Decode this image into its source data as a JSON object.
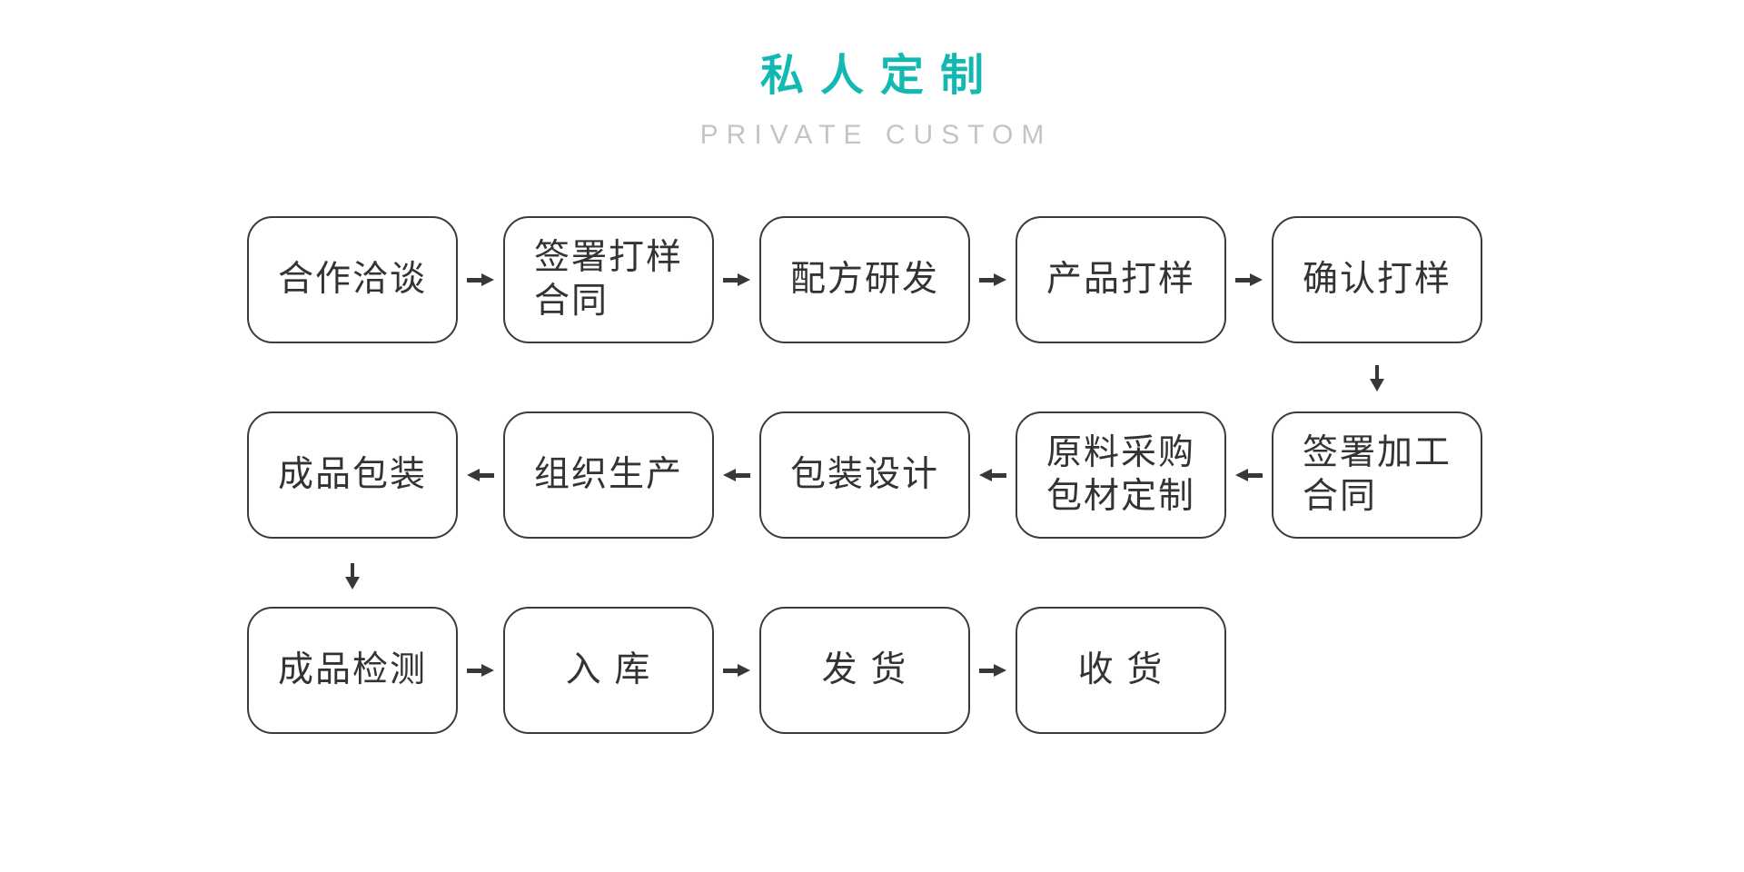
{
  "header": {
    "title": "私人定制",
    "subtitle": "PRIVATE CUSTOM",
    "accent_color": "#14b8b2",
    "subtitle_color": "#c4c4c4"
  },
  "flow": {
    "box_border_color": "#3b3b3b",
    "arrow_color": "#383838",
    "text_color": "#333333",
    "rows": [
      {
        "direction": "right",
        "boxes": [
          {
            "label": "合作洽谈"
          },
          {
            "label": "签署打样\n合同"
          },
          {
            "label": "配方研发"
          },
          {
            "label": "产品打样"
          },
          {
            "label": "确认打样"
          }
        ]
      },
      {
        "direction": "left",
        "boxes": [
          {
            "label": "成品包装"
          },
          {
            "label": "组织生产"
          },
          {
            "label": "包装设计"
          },
          {
            "label": "原料采购\n包材定制"
          },
          {
            "label": "签署加工\n合同"
          }
        ]
      },
      {
        "direction": "right",
        "boxes": [
          {
            "label": "成品检测"
          },
          {
            "label": "入 库"
          },
          {
            "label": "发 货"
          },
          {
            "label": "收 货"
          }
        ]
      }
    ],
    "connectors": [
      {
        "from": "确认打样",
        "to": "签署加工合同",
        "direction": "down"
      },
      {
        "from": "成品包装",
        "to": "成品检测",
        "direction": "down"
      }
    ]
  }
}
